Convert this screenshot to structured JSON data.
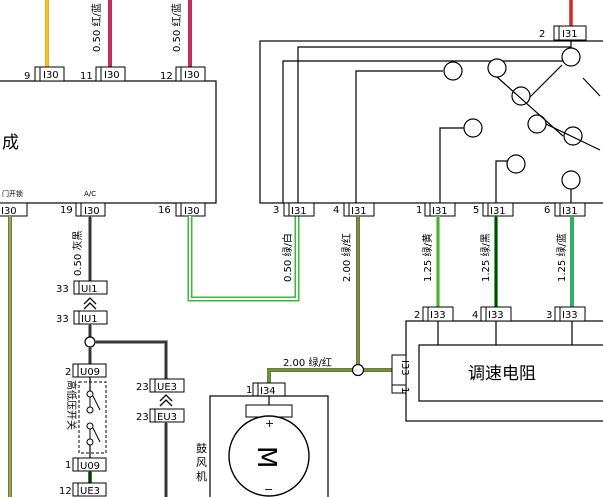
{
  "colors": {
    "orange": "#f5a623",
    "yellow": "#f2d21b",
    "red": "#d9262c",
    "purple": "#8e3fb0",
    "green": "#3cb83c",
    "light_green": "#8ee06a",
    "brown": "#8b6b3a",
    "dark_green": "#2e7d32",
    "teal": "#2ea87a",
    "gray": "#9a9a9a",
    "black": "#000000"
  },
  "wire_labels": {
    "top_11": "0.50  红/蓝",
    "top_12": "0.50  红/蓝",
    "pin19_wire": "0.50  灰黑",
    "pin3_wire": "0.50  绿/白",
    "pin4_wire": "2.00  绿/红",
    "pin1_wire": "1.25  绿/黄",
    "pin5_wire": "1.25  绿/黑",
    "pin6_wire": "1.25  绿/蓝",
    "horiz_wire": "2.00  绿/红"
  },
  "ecu": {
    "partial_name": "成",
    "label_door": "门开锁",
    "label_ac": "A/C",
    "top_pins": [
      {
        "num": "9",
        "conn": "I30"
      },
      {
        "num": "11",
        "conn": "I30"
      },
      {
        "num": "12",
        "conn": "I30"
      }
    ],
    "bottom_pins": [
      {
        "num": "",
        "conn": "I30"
      },
      {
        "num": "19",
        "conn": "I30"
      },
      {
        "num": "16",
        "conn": "I30"
      }
    ]
  },
  "switch_block": {
    "top_pin": {
      "num": "2",
      "conn": "I31"
    },
    "bottom_pins": [
      {
        "num": "3",
        "conn": "I31"
      },
      {
        "num": "4",
        "conn": "I31"
      },
      {
        "num": "1",
        "conn": "I31"
      },
      {
        "num": "5",
        "conn": "I31"
      },
      {
        "num": "6",
        "conn": "I31"
      }
    ]
  },
  "resistor": {
    "name": "调速电阻",
    "side_conn": "I33",
    "side_num": "1",
    "top_pins": [
      {
        "num": "2",
        "conn": "I33"
      },
      {
        "num": "4",
        "conn": "I33"
      },
      {
        "num": "3",
        "conn": "I33"
      }
    ]
  },
  "connectors": {
    "ui1": {
      "num": "33",
      "conn": "UI1"
    },
    "iu1": {
      "num": "33",
      "conn": "IU1"
    },
    "u09_top": {
      "num": "2",
      "conn": "U09"
    },
    "u09_bot": {
      "num": "1",
      "conn": "U09"
    },
    "ue3_top": {
      "num": "23",
      "conn": "UE3"
    },
    "eu3": {
      "num": "23",
      "conn": "EU3"
    },
    "ue3_bot": {
      "num": "12",
      "conn": "UE3"
    },
    "i34": {
      "num": "1",
      "conn": "I34"
    }
  },
  "pressure_switch": {
    "label": "高低压开关"
  },
  "blower": {
    "label": "鼓风机",
    "motor_symbol": "M",
    "plus": "+",
    "minus": "−"
  }
}
